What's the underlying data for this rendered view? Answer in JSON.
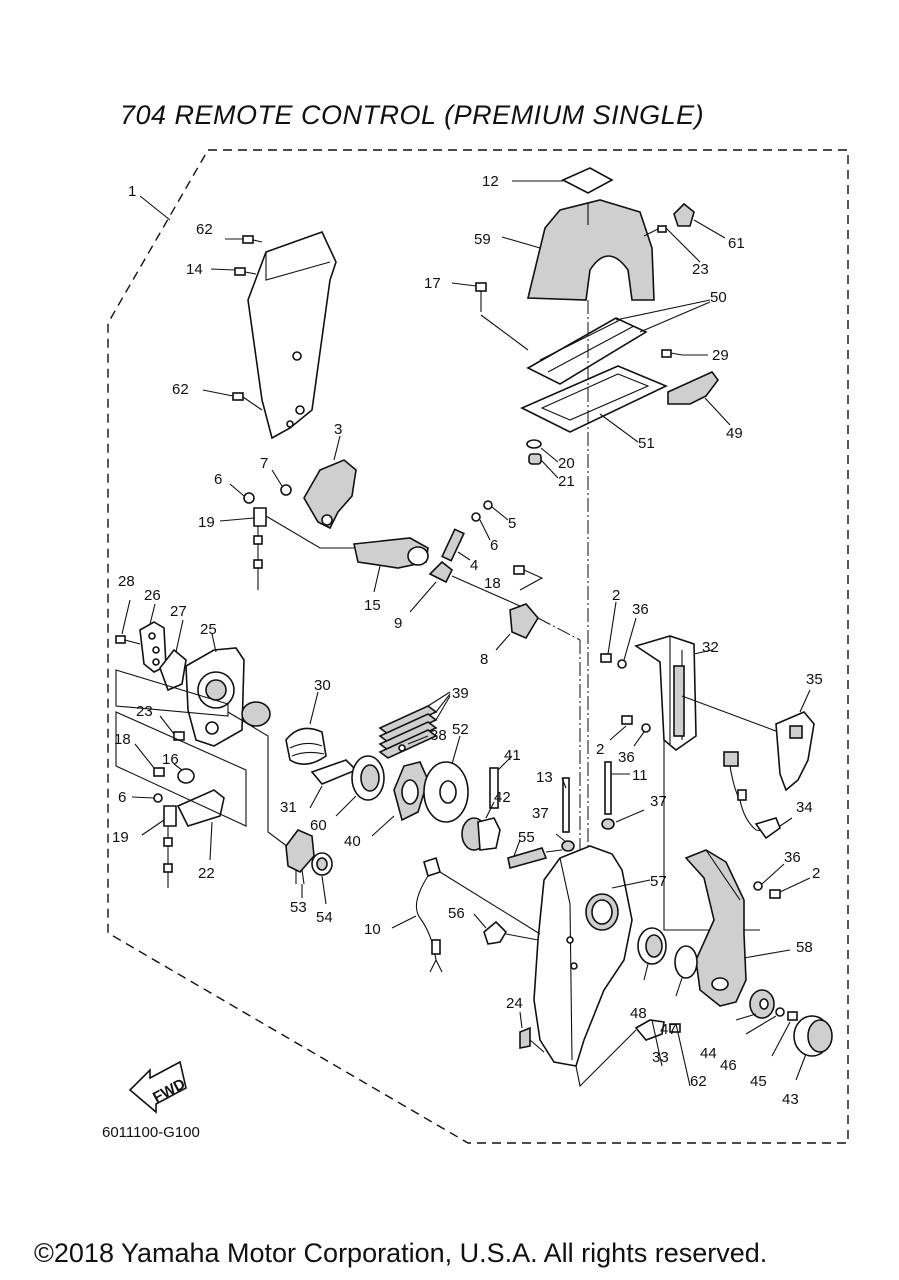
{
  "title": "704 REMOTE CONTROL (PREMIUM SINGLE)",
  "diagram_code": "6011100-G100",
  "copyright": "©2018 Yamaha Motor Corporation, U.S.A. All rights reserved.",
  "fwd_label": "FWD",
  "callouts": [
    {
      "id": "c1",
      "text": "1"
    },
    {
      "id": "c2a",
      "text": "2"
    },
    {
      "id": "c2b",
      "text": "2"
    },
    {
      "id": "c2c",
      "text": "2"
    },
    {
      "id": "c3",
      "text": "3"
    },
    {
      "id": "c4",
      "text": "4"
    },
    {
      "id": "c5",
      "text": "5"
    },
    {
      "id": "c6a",
      "text": "6"
    },
    {
      "id": "c6b",
      "text": "6"
    },
    {
      "id": "c6c",
      "text": "6"
    },
    {
      "id": "c7",
      "text": "7"
    },
    {
      "id": "c8",
      "text": "8"
    },
    {
      "id": "c9",
      "text": "9"
    },
    {
      "id": "c10",
      "text": "10"
    },
    {
      "id": "c11",
      "text": "11"
    },
    {
      "id": "c12",
      "text": "12"
    },
    {
      "id": "c13",
      "text": "13"
    },
    {
      "id": "c14",
      "text": "14"
    },
    {
      "id": "c15",
      "text": "15"
    },
    {
      "id": "c16",
      "text": "16"
    },
    {
      "id": "c17",
      "text": "17"
    },
    {
      "id": "c18a",
      "text": "18"
    },
    {
      "id": "c18b",
      "text": "18"
    },
    {
      "id": "c19a",
      "text": "19"
    },
    {
      "id": "c19b",
      "text": "19"
    },
    {
      "id": "c20",
      "text": "20"
    },
    {
      "id": "c21",
      "text": "21"
    },
    {
      "id": "c22",
      "text": "22"
    },
    {
      "id": "c23a",
      "text": "23"
    },
    {
      "id": "c23b",
      "text": "23"
    },
    {
      "id": "c24",
      "text": "24"
    },
    {
      "id": "c25",
      "text": "25"
    },
    {
      "id": "c26",
      "text": "26"
    },
    {
      "id": "c27",
      "text": "27"
    },
    {
      "id": "c28",
      "text": "28"
    },
    {
      "id": "c29",
      "text": "29"
    },
    {
      "id": "c30",
      "text": "30"
    },
    {
      "id": "c31",
      "text": "31"
    },
    {
      "id": "c32",
      "text": "32"
    },
    {
      "id": "c33",
      "text": "33"
    },
    {
      "id": "c34",
      "text": "34"
    },
    {
      "id": "c35",
      "text": "35"
    },
    {
      "id": "c36a",
      "text": "36"
    },
    {
      "id": "c36b",
      "text": "36"
    },
    {
      "id": "c36c",
      "text": "36"
    },
    {
      "id": "c37a",
      "text": "37"
    },
    {
      "id": "c37b",
      "text": "37"
    },
    {
      "id": "c38",
      "text": "38"
    },
    {
      "id": "c39",
      "text": "39"
    },
    {
      "id": "c40",
      "text": "40"
    },
    {
      "id": "c41",
      "text": "41"
    },
    {
      "id": "c42",
      "text": "42"
    },
    {
      "id": "c43",
      "text": "43"
    },
    {
      "id": "c44",
      "text": "44"
    },
    {
      "id": "c45",
      "text": "45"
    },
    {
      "id": "c46",
      "text": "46"
    },
    {
      "id": "c47",
      "text": "47"
    },
    {
      "id": "c48",
      "text": "48"
    },
    {
      "id": "c49",
      "text": "49"
    },
    {
      "id": "c50",
      "text": "50"
    },
    {
      "id": "c51",
      "text": "51"
    },
    {
      "id": "c52",
      "text": "52"
    },
    {
      "id": "c53",
      "text": "53"
    },
    {
      "id": "c54",
      "text": "54"
    },
    {
      "id": "c55",
      "text": "55"
    },
    {
      "id": "c56",
      "text": "56"
    },
    {
      "id": "c57",
      "text": "57"
    },
    {
      "id": "c58",
      "text": "58"
    },
    {
      "id": "c59",
      "text": "59"
    },
    {
      "id": "c60",
      "text": "60"
    },
    {
      "id": "c61",
      "text": "61"
    },
    {
      "id": "c62a",
      "text": "62"
    },
    {
      "id": "c62b",
      "text": "62"
    },
    {
      "id": "c62c",
      "text": "62"
    }
  ]
}
